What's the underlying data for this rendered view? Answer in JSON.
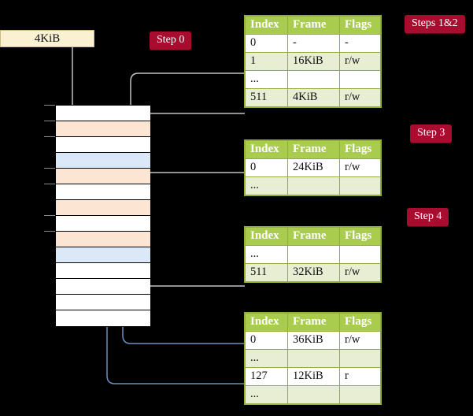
{
  "diagram": {
    "title_hidden": "",
    "source_box": {
      "label": "4KiB"
    },
    "steps": [
      {
        "name": "step-0",
        "label": "Step 0"
      },
      {
        "name": "steps-1-2",
        "label": "Steps 1&2"
      },
      {
        "name": "step-3",
        "label": "Step 3"
      },
      {
        "name": "step-4",
        "label": "Step 4"
      }
    ],
    "colors": {
      "chip_bg": "#a80c2e",
      "chip_text": "#ffffff",
      "header_green": "#a9cc4f",
      "row_alt": "#e7eed3",
      "highlight_yellow": "#ffff99",
      "mem_peach": "#fce5d2",
      "mem_blue": "#dbe8f8",
      "mem_white": "#ffffff",
      "link_gray": "#b9b9b9",
      "link_blue": "#6f8fbe",
      "source_box_bg": "#faf0d2",
      "background": "#000000"
    },
    "memory_column": {
      "name": "physical-memory-column",
      "rows": [
        {
          "fill": "white"
        },
        {
          "fill": "peach"
        },
        {
          "fill": "white"
        },
        {
          "fill": "blue"
        },
        {
          "fill": "peach"
        },
        {
          "fill": "white"
        },
        {
          "fill": "peach"
        },
        {
          "fill": "white"
        },
        {
          "fill": "peach"
        },
        {
          "fill": "blue"
        },
        {
          "fill": "white"
        },
        {
          "fill": "white"
        },
        {
          "fill": "white"
        },
        {
          "fill": "white"
        }
      ]
    },
    "tables": [
      {
        "name": "page-table-level-4",
        "columns": [
          "Index",
          "Frame",
          "Flags"
        ],
        "rows": [
          {
            "cells": [
              "0",
              "-",
              "-"
            ],
            "alt": false,
            "highlight": false
          },
          {
            "cells": [
              "1",
              "16KiB",
              "r/w"
            ],
            "alt": true,
            "highlight": false
          },
          {
            "cells": [
              "...",
              "",
              ""
            ],
            "alt": false,
            "highlight": false
          },
          {
            "cells": [
              "511",
              "4KiB",
              "r/w"
            ],
            "alt": true,
            "highlight": true
          }
        ]
      },
      {
        "name": "page-table-level-3",
        "columns": [
          "Index",
          "Frame",
          "Flags"
        ],
        "rows": [
          {
            "cells": [
              "0",
              "24KiB",
              "r/w"
            ],
            "alt": false,
            "highlight": false
          },
          {
            "cells": [
              "...",
              "",
              ""
            ],
            "alt": true,
            "highlight": false
          }
        ]
      },
      {
        "name": "page-table-level-2",
        "columns": [
          "Index",
          "Frame",
          "Flags"
        ],
        "rows": [
          {
            "cells": [
              "...",
              "",
              ""
            ],
            "alt": false,
            "highlight": false
          },
          {
            "cells": [
              "511",
              "32KiB",
              "r/w"
            ],
            "alt": true,
            "highlight": false
          }
        ]
      },
      {
        "name": "page-table-level-1",
        "columns": [
          "Index",
          "Frame",
          "Flags"
        ],
        "rows": [
          {
            "cells": [
              "0",
              "36KiB",
              "r/w"
            ],
            "alt": false,
            "highlight": false
          },
          {
            "cells": [
              "...",
              "",
              ""
            ],
            "alt": true,
            "highlight": false
          },
          {
            "cells": [
              "127",
              "12KiB",
              "r"
            ],
            "alt": false,
            "highlight": false
          },
          {
            "cells": [
              "...",
              "",
              ""
            ],
            "alt": true,
            "highlight": false
          }
        ]
      }
    ]
  }
}
